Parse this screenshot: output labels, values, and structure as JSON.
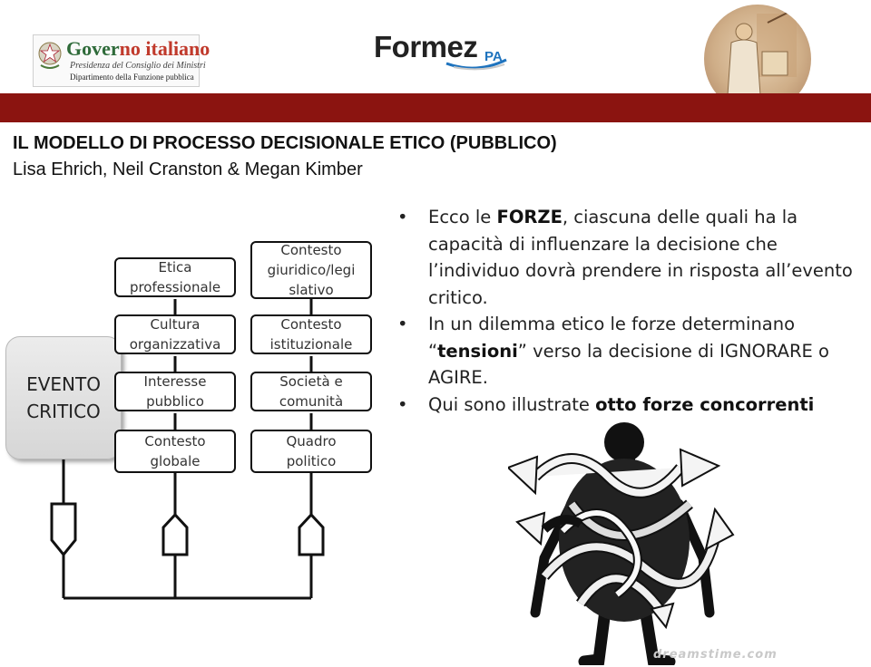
{
  "header": {
    "gov_logo": {
      "title_part1": "Gover",
      "title_part2": "no italiano",
      "subtitle": "Presidenza del Consiglio dei Ministri",
      "department": "Dipartimento della Funzione pubblica"
    },
    "formez": {
      "name": "Formez",
      "suffix": "PA"
    },
    "brand_bar_color": "#8b1410"
  },
  "title": {
    "line1": "IL MODELLO DI PROCESSO DECISIONALE ETICO (PUBBLICO)",
    "line2": "Lisa Ehrich, Neil Cranston & Megan Kimber"
  },
  "diagram": {
    "event": {
      "line1": "EVENTO",
      "line2": "CRITICO"
    },
    "forces_left": [
      "Etica\nprofessionale",
      "Cultura\norganizzativa",
      "Interesse\npubblico",
      "Contesto\nglobale"
    ],
    "forces_right": [
      "Contesto\ngiuridico/legi\nslativo",
      "Contesto\nistituzionale",
      "Società e\ncomunità",
      "Quadro\npolitico"
    ]
  },
  "bullets": [
    {
      "pre": "Ecco le ",
      "bold": "FORZE",
      "post": ", ciascuna delle quali ha la capacità di influenzare la decisione che l’individuo dovrà prendere in risposta all’evento critico."
    },
    {
      "pre": "In un dilemma etico le forze determinano “",
      "bold": "tensioni",
      "post": "” verso la decisione di IGNORARE o AGIRE."
    },
    {
      "pre": "Qui sono illustrate ",
      "bold": "otto forze concorrenti",
      "post": ""
    }
  ],
  "image": {
    "watermark": "dreamstime.com"
  }
}
